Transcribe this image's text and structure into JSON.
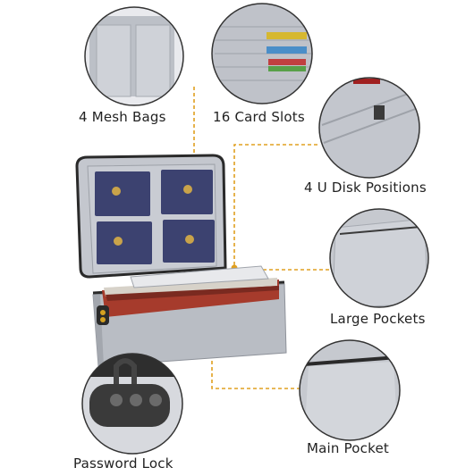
{
  "labels": {
    "mesh_bags": "4 Mesh Bags",
    "card_slots": "16 Card Slots",
    "u_disk": "4 U Disk Positions",
    "large_pockets": "Large Pockets",
    "main_pocket": "Main Pocket",
    "password_lock": "Password Lock"
  },
  "colors": {
    "leader_line": "#e0a020",
    "bag_body": "#b8bcc4",
    "bag_inner": "#c9ccd3",
    "zipper": "#2a2a2a",
    "callout_border": "#333333"
  }
}
